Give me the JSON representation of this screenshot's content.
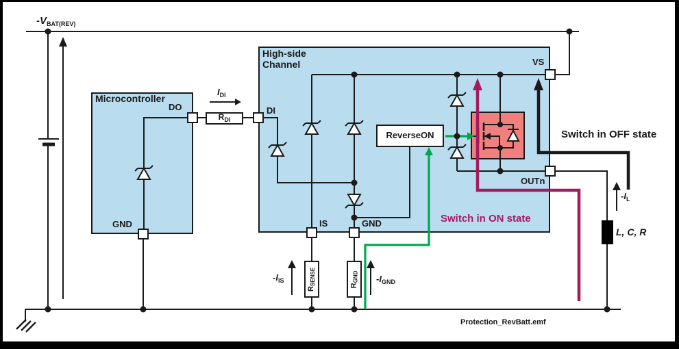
{
  "frame": {
    "filename": "Protection_RevBatt.emf"
  },
  "nets": {
    "vbat_pre": "-V",
    "vbat_sub": "BAT(REV)"
  },
  "microcontroller": {
    "title": "Microcontroller",
    "pin_do": "DO",
    "pin_gnd": "GND"
  },
  "highside": {
    "title_line1": "High-side",
    "title_line2": "Channel",
    "pin_di": "DI",
    "pin_is": "IS",
    "pin_gnd": "GND",
    "pin_vs": "VS",
    "pin_out": "OUTn",
    "block_reverseon": "ReverseON"
  },
  "components": {
    "rdi_pre": "R",
    "rdi_sub": "DI",
    "rsense_pre": "R",
    "rsense_sub": "SENSE",
    "rgnd_pre": "R",
    "rgnd_sub": "GND",
    "load": "L, C, R"
  },
  "currents": {
    "idi_pre": "I",
    "idi_sub": "DI",
    "iis_pre": "-I",
    "iis_sub": "IS",
    "ignd_pre": "-I",
    "ignd_sub": "GND",
    "il_pre": "-I",
    "il_sub": "L"
  },
  "annotations": {
    "on_state": "Switch in ON state",
    "off_state": "Switch in OFF state"
  },
  "colors": {
    "box_fill": "#b9dcee",
    "mosfet_fill": "#f0807e",
    "green": "#00a650",
    "magenta": "#a21b5e",
    "line": "#1a1a1a"
  }
}
